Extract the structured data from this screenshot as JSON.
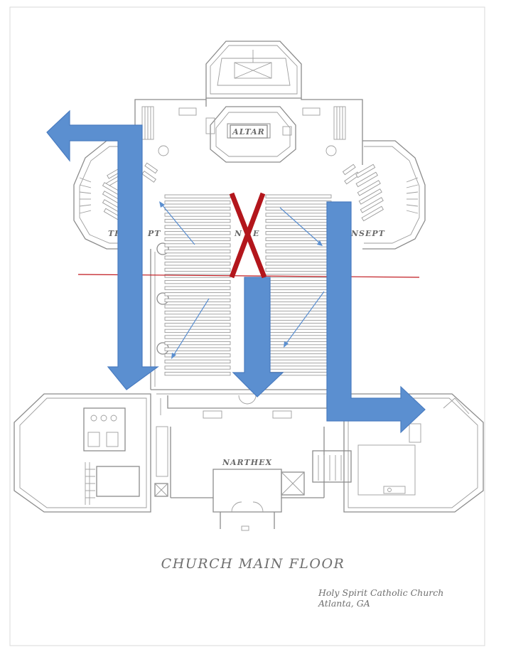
{
  "labels": {
    "altar": "ALTAR",
    "transept_left": "TR",
    "transept_left_tail": "PT",
    "nave": "N",
    "nave_tail": "E",
    "transept_right": "NSEPT",
    "narthex": "NARTHEX"
  },
  "title": "CHURCH MAIN FLOOR",
  "church": {
    "name": "Holy Spirit Catholic Church",
    "location": "Atlanta, GA"
  },
  "colors": {
    "arrow": "#5b8fd0",
    "cross_mark": "#b3161c",
    "divider_line": "#c0181e",
    "plan_lines": "#8c8c8c"
  }
}
